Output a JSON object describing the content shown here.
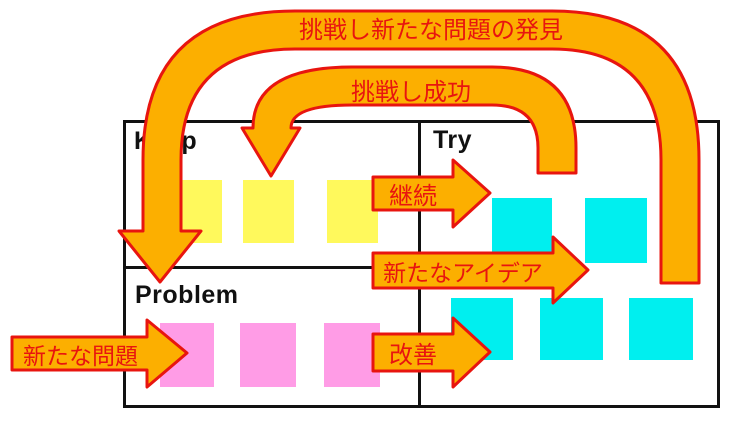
{
  "colors": {
    "arrow_fill": "#FCAF00",
    "arrow_border": "#E8150F",
    "arrow_text": "#E8150F",
    "keep_note": "#FFF95C",
    "problem_note": "#FF9CE6",
    "try_note": "#00EFEF",
    "board_border": "#111111"
  },
  "curved_arrows": {
    "outer": {
      "label": "挑戦し新たな問題の発見"
    },
    "inner": {
      "label": "挑戦し成功"
    }
  },
  "flow_arrows": {
    "continue": {
      "label": "継続"
    },
    "new_idea": {
      "label": "新たなアイデア"
    },
    "improve": {
      "label": "改善"
    },
    "new_problem": {
      "label": "新たな問題"
    }
  },
  "board": {
    "keep": {
      "label": "Keep",
      "note_count": 3
    },
    "problem": {
      "label": "Problem",
      "note_count": 3
    },
    "try": {
      "label": "Try",
      "note_count": 5
    }
  }
}
